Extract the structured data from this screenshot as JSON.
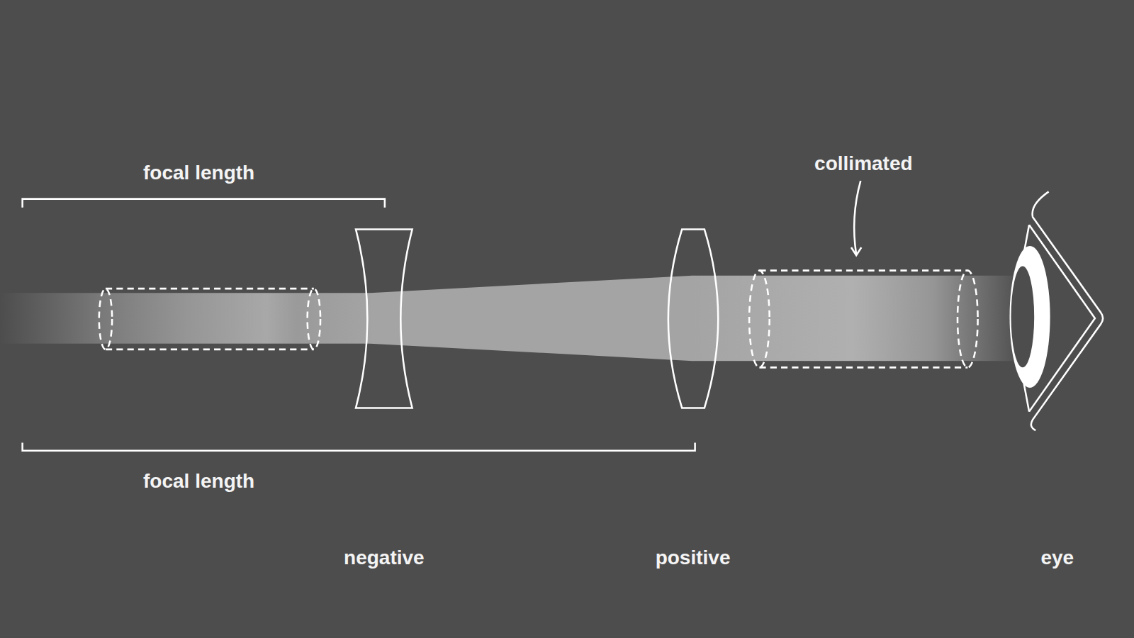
{
  "diagram": {
    "labels": [
      "focal length",
      "focal length",
      "collimated",
      "negative",
      "positive",
      "eye"
    ]
  }
}
